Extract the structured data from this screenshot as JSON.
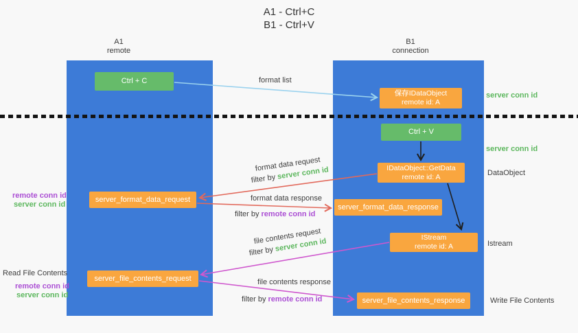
{
  "title": {
    "line1": "A1 - Ctrl+C",
    "line2": "B1 - Ctrl+V"
  },
  "columns": {
    "left": {
      "name": "A1",
      "subtitle": "remote"
    },
    "right": {
      "name": "B1",
      "subtitle": "connection"
    }
  },
  "nodes": {
    "ctrl_c": "Ctrl + C",
    "ctrl_v": "Ctrl + V",
    "save_dataobject": {
      "line1": "保存IDataObject",
      "line2": "remote id: A"
    },
    "getdata": {
      "line1": "IDataObject::GetData",
      "line2": "remote id: A"
    },
    "istream": {
      "line1": "IStream",
      "line2": "remote id: A"
    },
    "format_request": "server_format_data_request",
    "format_response": "server_format_data_response",
    "file_request": "server_file_contents_request",
    "file_response": "server_file_contents_response"
  },
  "arrow_labels": {
    "format_list": "format list",
    "format_data_request": "format data request",
    "format_data_response": "format data response",
    "file_contents_request": "file contents request",
    "file_contents_response": "file contents response",
    "filter_by": "filter by",
    "server_conn_id": "server conn id",
    "remote_conn_id": "remote conn id"
  },
  "side_labels": {
    "dataobject": "DataObject",
    "istream": "Istream",
    "write_file_contents": "Write File Contents",
    "read_file_contents": "Read File Contents",
    "server_conn_id": "server conn id",
    "remote_conn_id": "remote conn id"
  },
  "colors": {
    "column_blue": "#3d7bd7",
    "box_green": "#66bb6a",
    "box_orange": "#f9a63f",
    "green_text": "#5db75e",
    "purple_text": "#ab4fd4",
    "arrow_blue": "#9ad2ee",
    "arrow_red": "#e2695b",
    "arrow_magenta": "#cf58ce",
    "arrow_black": "#1f1f1f"
  }
}
